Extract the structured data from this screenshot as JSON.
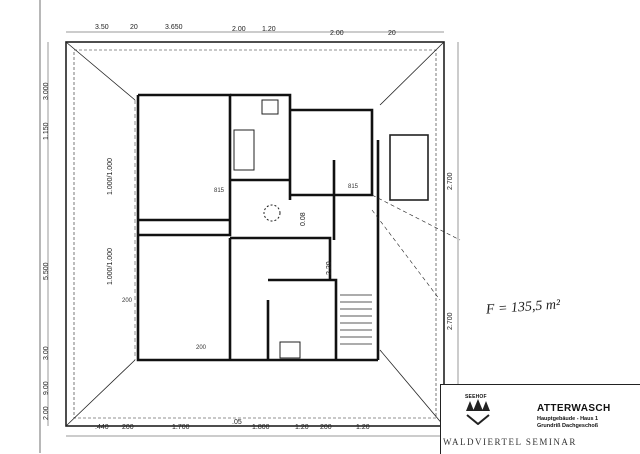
{
  "dimensions_top": [
    "3.50",
    "20",
    "3.650",
    "2.00",
    "1.20",
    "2.00",
    "20"
  ],
  "dimensions_bottom": [
    ".440",
    "200",
    "1.700",
    ".05",
    "1.800",
    "1.20",
    "200",
    "1.20"
  ],
  "dimensions_left": [
    "3.000",
    "1.150",
    "5.500",
    "3.00",
    "9.00",
    "2.00"
  ],
  "dimensions_right": [
    "2.700",
    "2.700"
  ],
  "room_labels": [
    "1.000/1.000",
    "1.000/1.000",
    "200",
    "200",
    "815",
    "815",
    "2.20",
    "0.08"
  ],
  "area_label": "F = 135,5 m²",
  "title_block": {
    "logo_text": "SEEHOF",
    "project": "ATTERWASCH",
    "line1": "Hauptgebäude - Haus 1",
    "line2": "Grundriß Dachgeschoß",
    "bottom_text": "WALDVIERTEL SEMINAR"
  }
}
